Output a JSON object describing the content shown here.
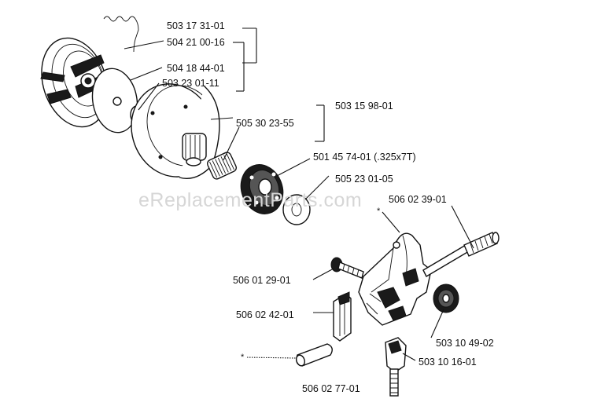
{
  "watermark": "eReplacementParts.com",
  "labels": {
    "p1": "503 17 31-01",
    "p2": "504 21 00-16",
    "p3": "504 18 44-01",
    "p4": "503 23 01-11",
    "p5": "503 15 98-01",
    "p6": "505 30 23-55",
    "p7": "501 45 74-01 (.325x7T)",
    "p8": "505 23 01-05",
    "p9": "506 02 39-01",
    "p10": "506 01 29-01",
    "p11": "506 02 42-01",
    "p12": "503 10 49-02",
    "p13": "503 10 16-01",
    "p14": "506 02 77-01"
  },
  "markers": {
    "star_a": "*",
    "star_b": "*"
  }
}
